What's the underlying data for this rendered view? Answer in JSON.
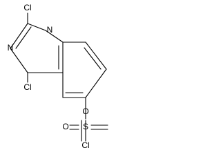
{
  "molecule": {
    "atoms": {
      "cl_top": "Cl",
      "n1": "N",
      "n3": "N",
      "cl_left": "Cl",
      "s": "S",
      "o_top": "O",
      "o_bottom": "O",
      "cl_right": "Cl"
    }
  },
  "colors": {
    "stroke": "#000000",
    "background": "#ffffff"
  }
}
